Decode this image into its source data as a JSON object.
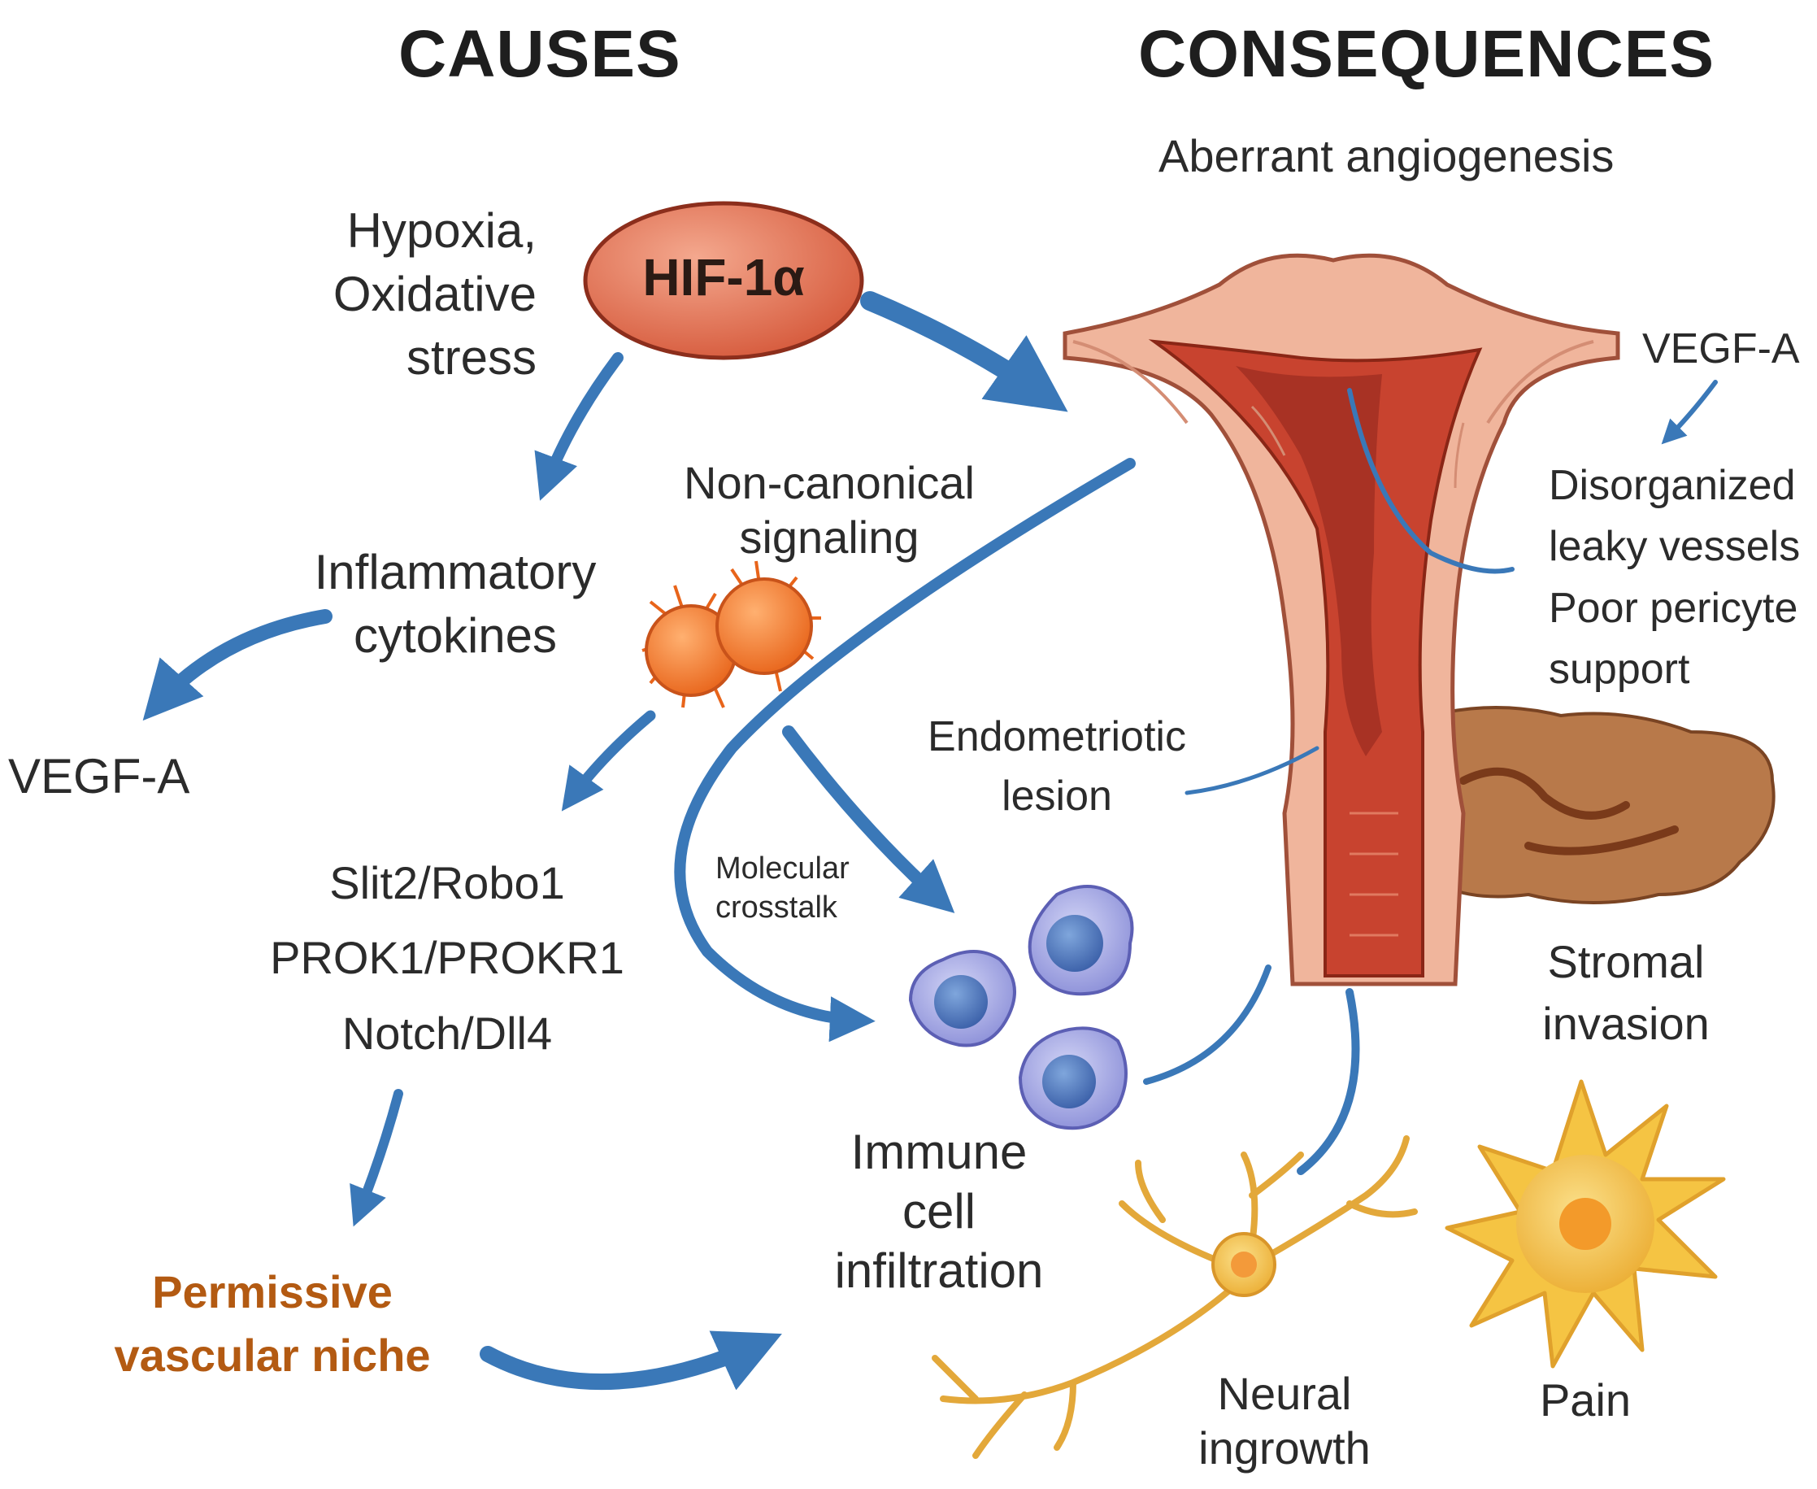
{
  "headers": {
    "causes": "CAUSES",
    "consequences": "CONSEQUENCES"
  },
  "causes": {
    "hypoxia": [
      "Hypoxia,",
      "Oxidative",
      "stress"
    ],
    "hif": "HIF-1α",
    "inflammatory": [
      "Inflammatory",
      "cytokines"
    ],
    "vegf_left": "VEGF-A",
    "non_canonical": [
      "Non-canonical",
      "signaling"
    ],
    "pathways": [
      "Slit2/Robo1",
      "PROK1/PROKR1",
      "Notch/Dll4"
    ],
    "niche": [
      "Permissive",
      "vascular niche"
    ],
    "crosstalk": [
      "Molecular",
      "crosstalk"
    ]
  },
  "consequences": {
    "angiogenesis": "Aberrant angiogenesis",
    "vegf_right": "VEGF-A",
    "vessels": [
      "Disorganized",
      "leaky vessels",
      "Poor pericyte",
      "support"
    ],
    "lesion": [
      "Endometriotic",
      "lesion"
    ],
    "stromal": [
      "Stromal",
      "invasion"
    ],
    "immune": [
      "Immune",
      "cell",
      "infiltration"
    ],
    "neural": [
      "Neural",
      "ingrowth"
    ],
    "pain": "Pain"
  },
  "colors": {
    "arrow": "#3a78b8",
    "hif_fill": "#e06a4e",
    "niche_text": "#b35a12",
    "uterus_outer": "#f0b59c",
    "uterus_inner": "#c8432f",
    "immune_cell": "#9a9fe0",
    "orange_cell": "#f07a28",
    "neuron": "#f3c04a"
  },
  "icons": [
    "hif-ellipse",
    "orange-cell-icon",
    "immune-cell-icon",
    "uterus-icon",
    "stromal-tissue-icon",
    "neuron-icon",
    "pain-icon"
  ]
}
